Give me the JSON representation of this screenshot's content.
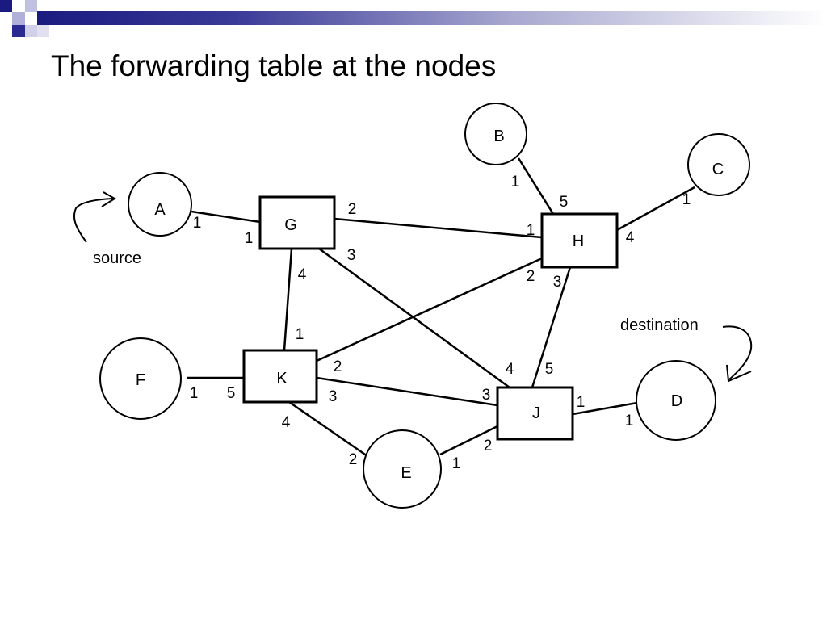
{
  "slide": {
    "title": "The forwarding table at the nodes"
  },
  "diagram": {
    "hosts": [
      {
        "id": "A",
        "label": "A"
      },
      {
        "id": "B",
        "label": "B"
      },
      {
        "id": "C",
        "label": "C"
      },
      {
        "id": "D",
        "label": "D"
      },
      {
        "id": "E",
        "label": "E"
      },
      {
        "id": "F",
        "label": "F"
      }
    ],
    "switches": [
      {
        "id": "G",
        "label": "G"
      },
      {
        "id": "H",
        "label": "H"
      },
      {
        "id": "J",
        "label": "J"
      },
      {
        "id": "K",
        "label": "K"
      }
    ],
    "links": [
      {
        "from": "A",
        "from_port": "1",
        "to": "G",
        "to_port": "1"
      },
      {
        "from": "G",
        "from_port": "2",
        "to": "H",
        "to_port": "1"
      },
      {
        "from": "G",
        "from_port": "3",
        "to": "J",
        "to_port": "4"
      },
      {
        "from": "G",
        "from_port": "4",
        "to": "K",
        "to_port": "1"
      },
      {
        "from": "B",
        "from_port": "1",
        "to": "H",
        "to_port": "5"
      },
      {
        "from": "C",
        "from_port": "1",
        "to": "H",
        "to_port": "4"
      },
      {
        "from": "H",
        "from_port": "2",
        "to": "K",
        "to_port": "2"
      },
      {
        "from": "H",
        "from_port": "3",
        "to": "J",
        "to_port": "5"
      },
      {
        "from": "F",
        "from_port": "1",
        "to": "K",
        "to_port": "5"
      },
      {
        "from": "K",
        "from_port": "3",
        "to": "J",
        "to_port": "3"
      },
      {
        "from": "K",
        "from_port": "4",
        "to": "E",
        "to_port": "2"
      },
      {
        "from": "E",
        "from_port": "1",
        "to": "J",
        "to_port": "2"
      },
      {
        "from": "J",
        "from_port": "1",
        "to": "D",
        "to_port": "1"
      }
    ],
    "annotations": {
      "source": "source",
      "destination": "destination"
    }
  }
}
